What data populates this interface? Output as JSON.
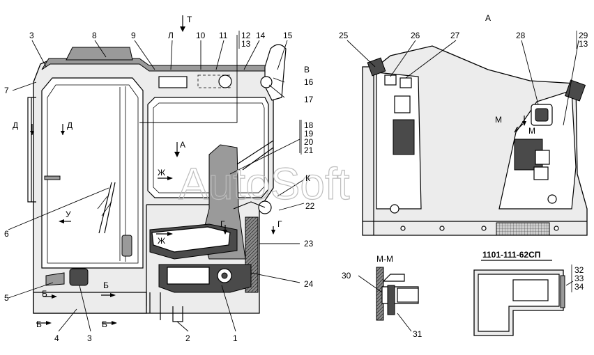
{
  "callouts": {
    "n1": "1",
    "n2": "2",
    "n3a": "3",
    "n3b": "3",
    "n4": "4",
    "n5": "5",
    "n6": "6",
    "n7": "7",
    "n8": "8",
    "n9": "9",
    "n10": "10",
    "n11": "11",
    "n12": "12",
    "n13a": "13",
    "n13b": "13",
    "n14": "14",
    "n15": "15",
    "n16": "16",
    "n17": "17",
    "n18": "18",
    "n19": "19",
    "n20": "20",
    "n21": "21",
    "n22": "22",
    "n23": "23",
    "n24": "24",
    "n25": "25",
    "n26": "26",
    "n27": "27",
    "n28": "28",
    "n29": "29",
    "n30": "30",
    "n31": "31",
    "n32": "32",
    "n33": "33",
    "n34": "34"
  },
  "view_letters": {
    "T": "Т",
    "L": "Л",
    "V": "В",
    "A_top": "А",
    "A_arrow": "А",
    "D1": "Д",
    "D2": "Д",
    "Zh1": "Ж",
    "Zh2": "Ж",
    "K": "К",
    "G1": "Г",
    "G2": "Г",
    "U": "У",
    "B1": "Б",
    "B2": "Б",
    "B3": "Б",
    "B4": "Б",
    "M1": "М",
    "M2": "М"
  },
  "section_title": "М-М",
  "part_number": "1101-111-62СП",
  "watermark": "AutoSoft"
}
